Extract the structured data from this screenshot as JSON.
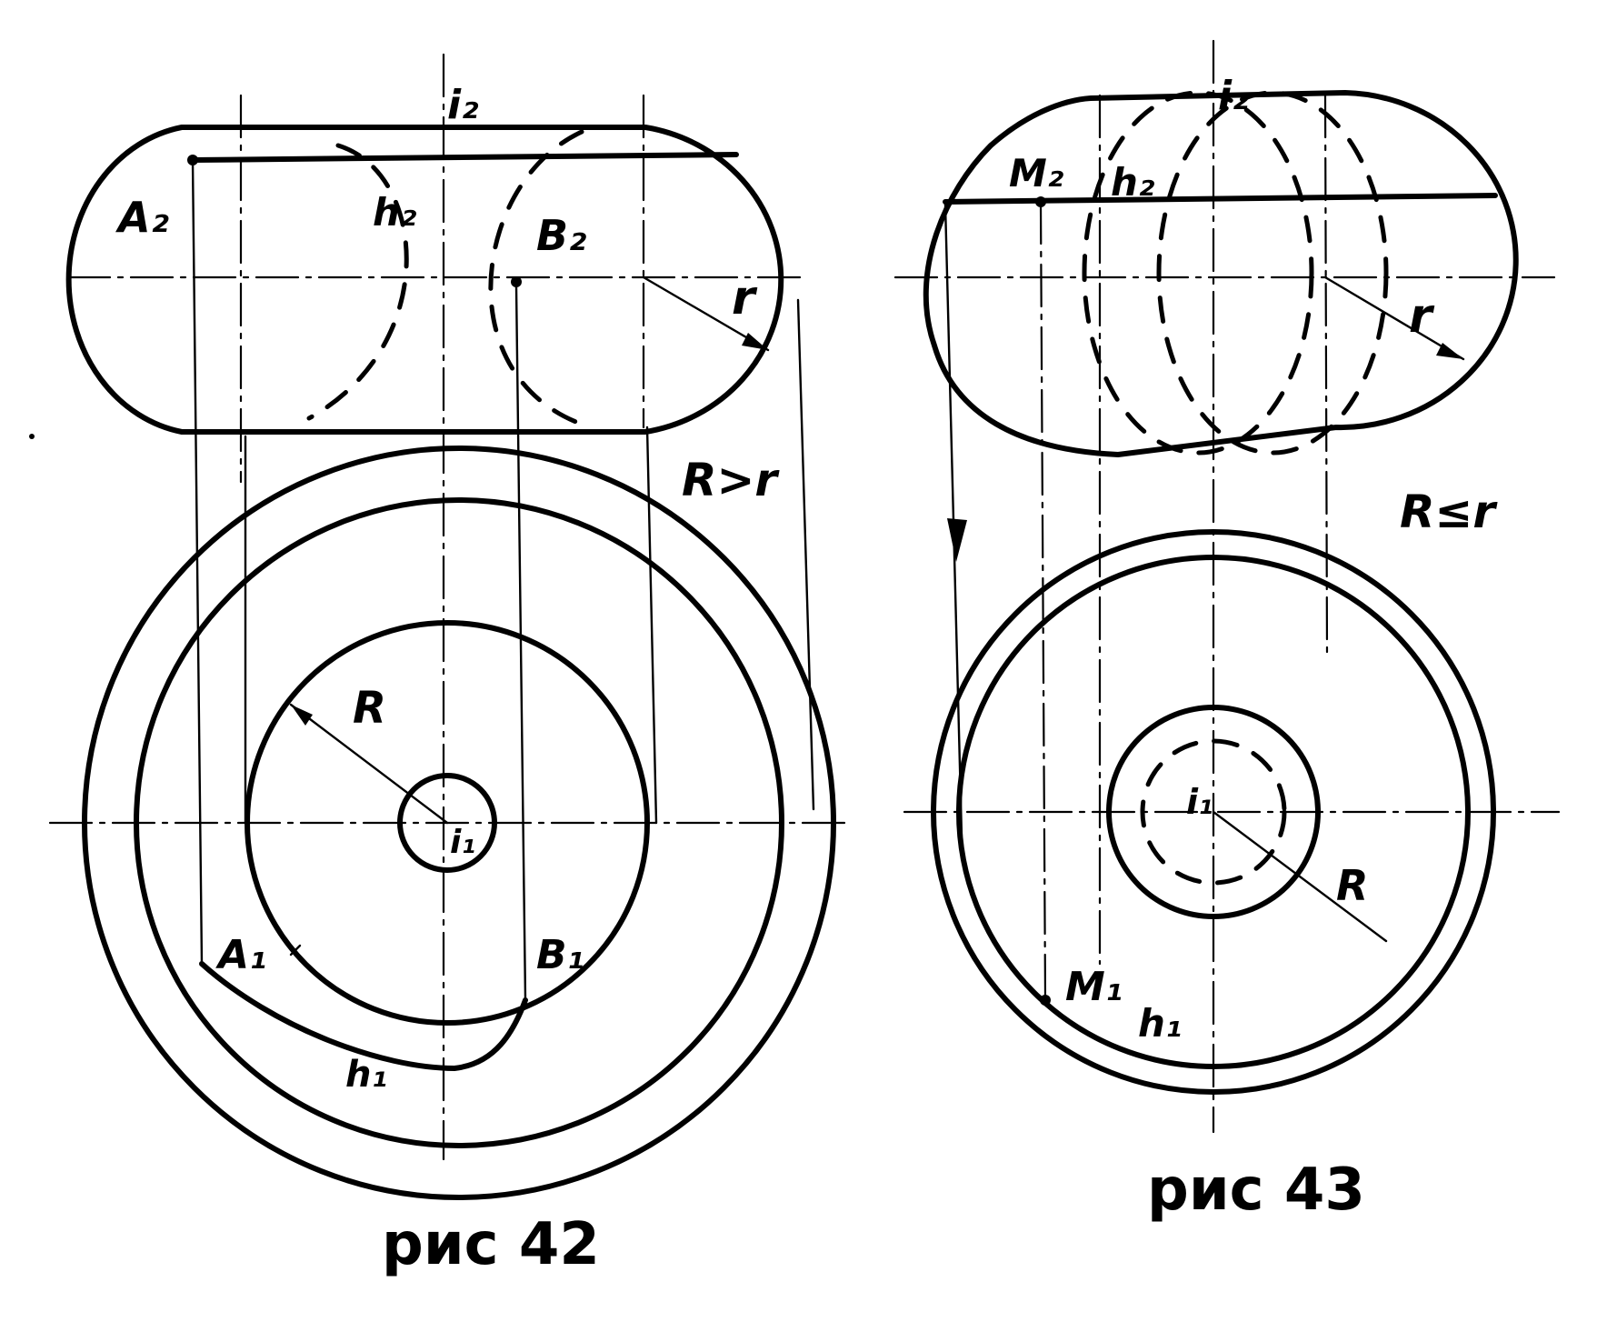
{
  "fig42": {
    "A2": "A₂",
    "h2": "h₂",
    "B2": "B₂",
    "i2": "i₂",
    "r": "r",
    "rel": "R>r",
    "R": "R",
    "i1": "i₁",
    "A1": "A₁",
    "B1": "B₁",
    "h1": "h₁",
    "caption": "рис 42"
  },
  "fig43": {
    "M2": "M₂",
    "h2": "h₂",
    "i2": "i₂",
    "r": "r",
    "rel": "R≤r",
    "i1": "i₁",
    "R": "R",
    "M1": "M₁",
    "h1": "h₁",
    "caption": "рис 43"
  }
}
